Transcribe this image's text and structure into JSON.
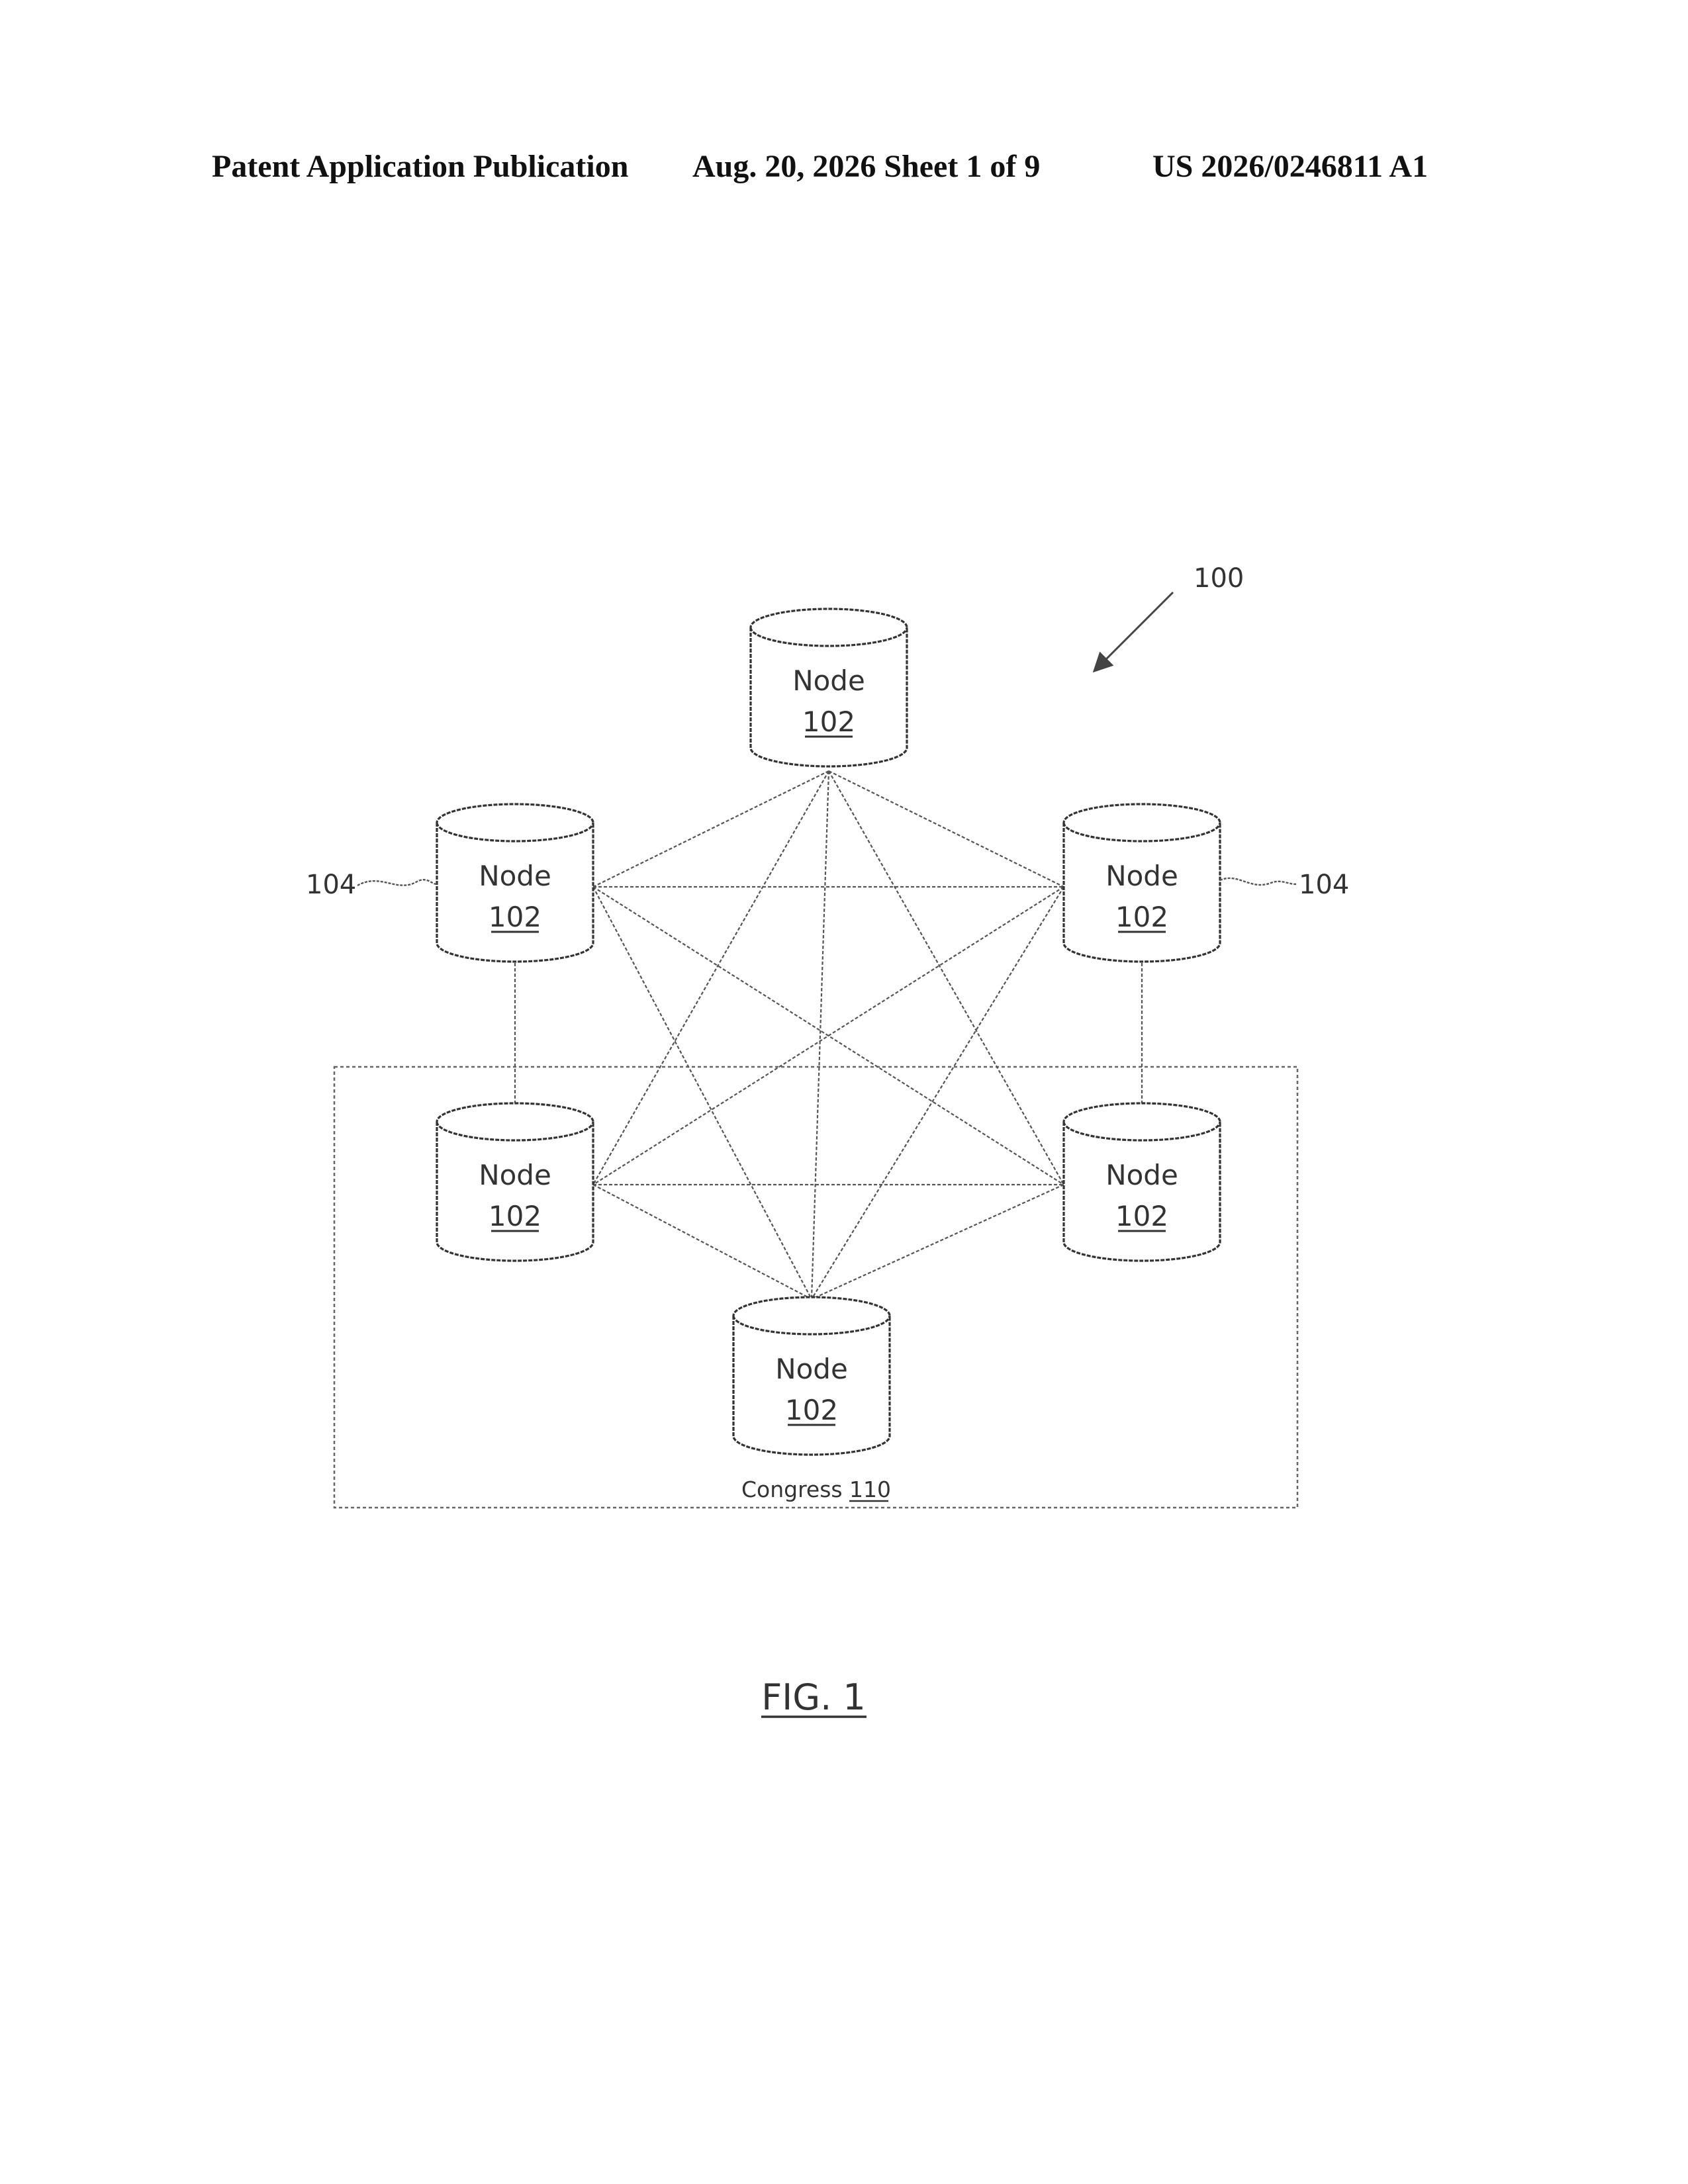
{
  "header": {
    "left": "Patent Application Publication",
    "middle": "Aug. 20, 2026  Sheet 1 of 9",
    "right": "US 2026/0246811 A1"
  },
  "figure": {
    "ref_system": "100",
    "ref_link_left": "104",
    "ref_link_right": "104",
    "node_label": "Node",
    "node_ref": "102",
    "group_label": "Congress",
    "group_ref": "110",
    "caption": "FIG. 1"
  }
}
